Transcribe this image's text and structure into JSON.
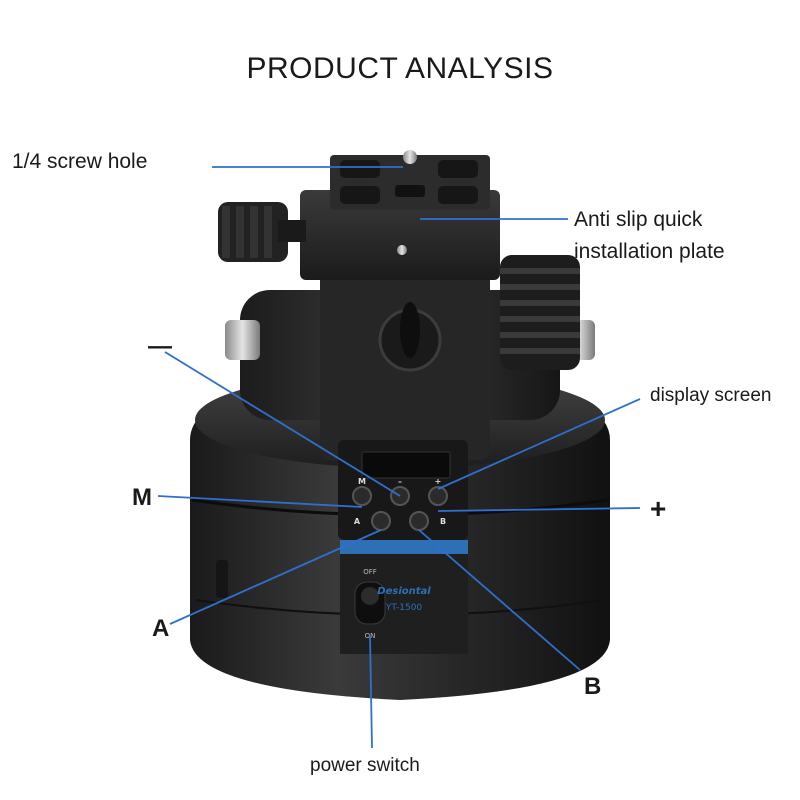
{
  "title": "PRODUCT ANALYSIS",
  "callouts": {
    "screw_hole": "1/4 screw hole",
    "anti_slip_line1": "Anti slip quick",
    "anti_slip_line2": "installation plate",
    "display_screen": "display screen",
    "minus": "—",
    "m": "M",
    "plus": "+",
    "a": "A",
    "b": "B",
    "power_switch": "power switch"
  },
  "device": {
    "brand": "Desiontal",
    "model": "YT-1500",
    "button_labels": {
      "m": "M",
      "minus": "–",
      "plus": "+",
      "a": "A",
      "b": "B"
    },
    "switch_off": "OFF",
    "switch_on": "ON"
  },
  "colors": {
    "callout_line": "#2f6fd0",
    "body": "#2a2a2a",
    "accent": "#2f6fb5"
  }
}
